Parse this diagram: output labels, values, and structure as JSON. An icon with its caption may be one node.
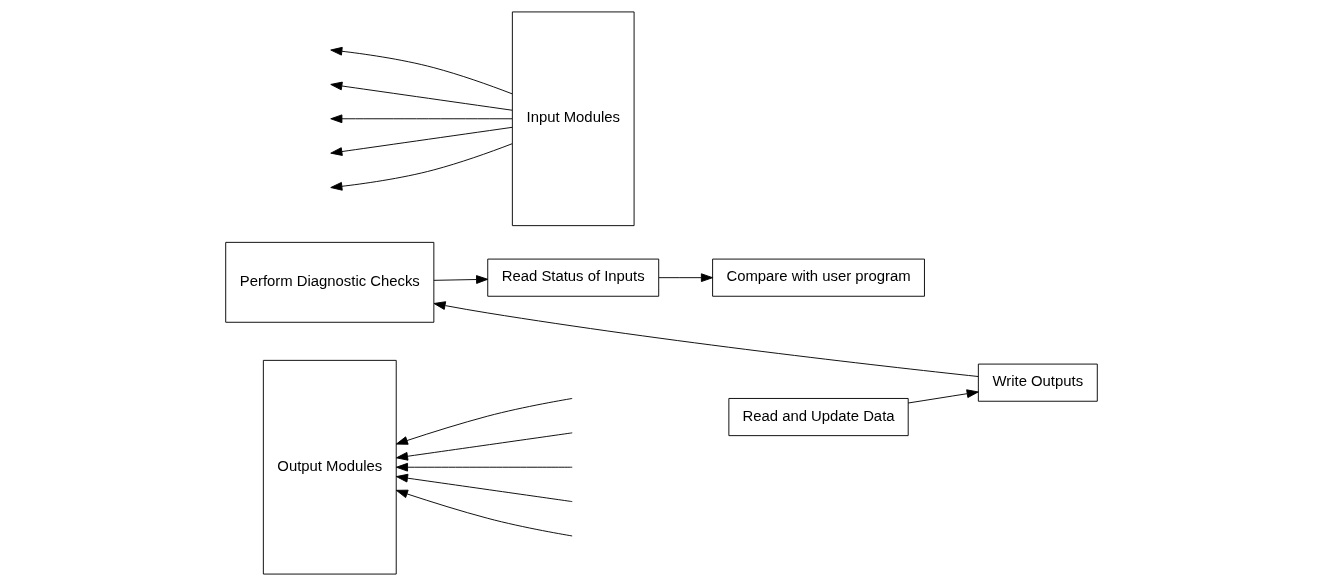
{
  "diagram": {
    "nodes": [
      {
        "text": [
          "Output Modules"
        ]
      },
      {
        "text": [
          "Perform Diagnostic Checks"
        ]
      },
      {
        "text": [
          "Input Modules"
        ]
      },
      {
        "text": [
          "Write Outputs"
        ]
      },
      {
        "text": [
          "Read Status of Inputs"
        ]
      },
      {
        "text": [
          "Read and Update Data"
        ]
      },
      {
        "text": [
          "Compare with user program"
        ]
      }
    ],
    "edges": [
      {
        "from": 3,
        "to": 1,
        "arrow": "to"
      },
      {
        "from": 1,
        "to": 4,
        "arrow": "to"
      },
      {
        "from": 4,
        "to": 6,
        "arrow": "to"
      },
      {
        "from": 5,
        "to": 3,
        "arrow": "to"
      },
      {
        "from": null,
        "to": 0,
        "arrow": "to"
      },
      {
        "from": null,
        "to": 0,
        "arrow": "to"
      },
      {
        "from": null,
        "to": 0,
        "arrow": "to"
      },
      {
        "from": null,
        "to": 0,
        "arrow": "to"
      },
      {
        "from": null,
        "to": 0,
        "arrow": "to"
      },
      {
        "from": 2,
        "to": null,
        "arrow": "to"
      },
      {
        "from": 2,
        "to": null,
        "arrow": "to"
      },
      {
        "from": 2,
        "to": null,
        "arrow": "to"
      },
      {
        "from": 2,
        "to": null,
        "arrow": "to"
      },
      {
        "from": 2,
        "to": null,
        "arrow": "to"
      }
    ]
  }
}
